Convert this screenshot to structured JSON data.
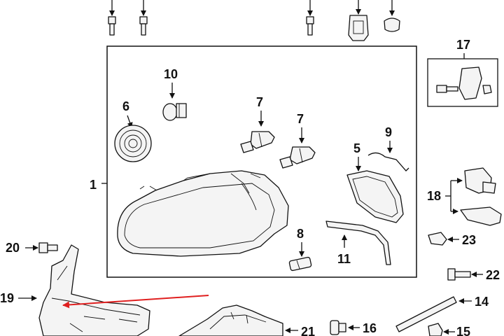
{
  "diagram": {
    "callouts": {
      "c1": "1",
      "c5": "5",
      "c6": "6",
      "c7a": "7",
      "c7b": "7",
      "c8": "8",
      "c9": "9",
      "c10": "10",
      "c11": "11",
      "c14": "14",
      "c15": "15",
      "c16": "16",
      "c17": "17",
      "c18": "18",
      "c19": "19",
      "c20": "20",
      "c21": "21",
      "c22": "22",
      "c23": "23"
    },
    "highlight_color": "#e02020"
  }
}
